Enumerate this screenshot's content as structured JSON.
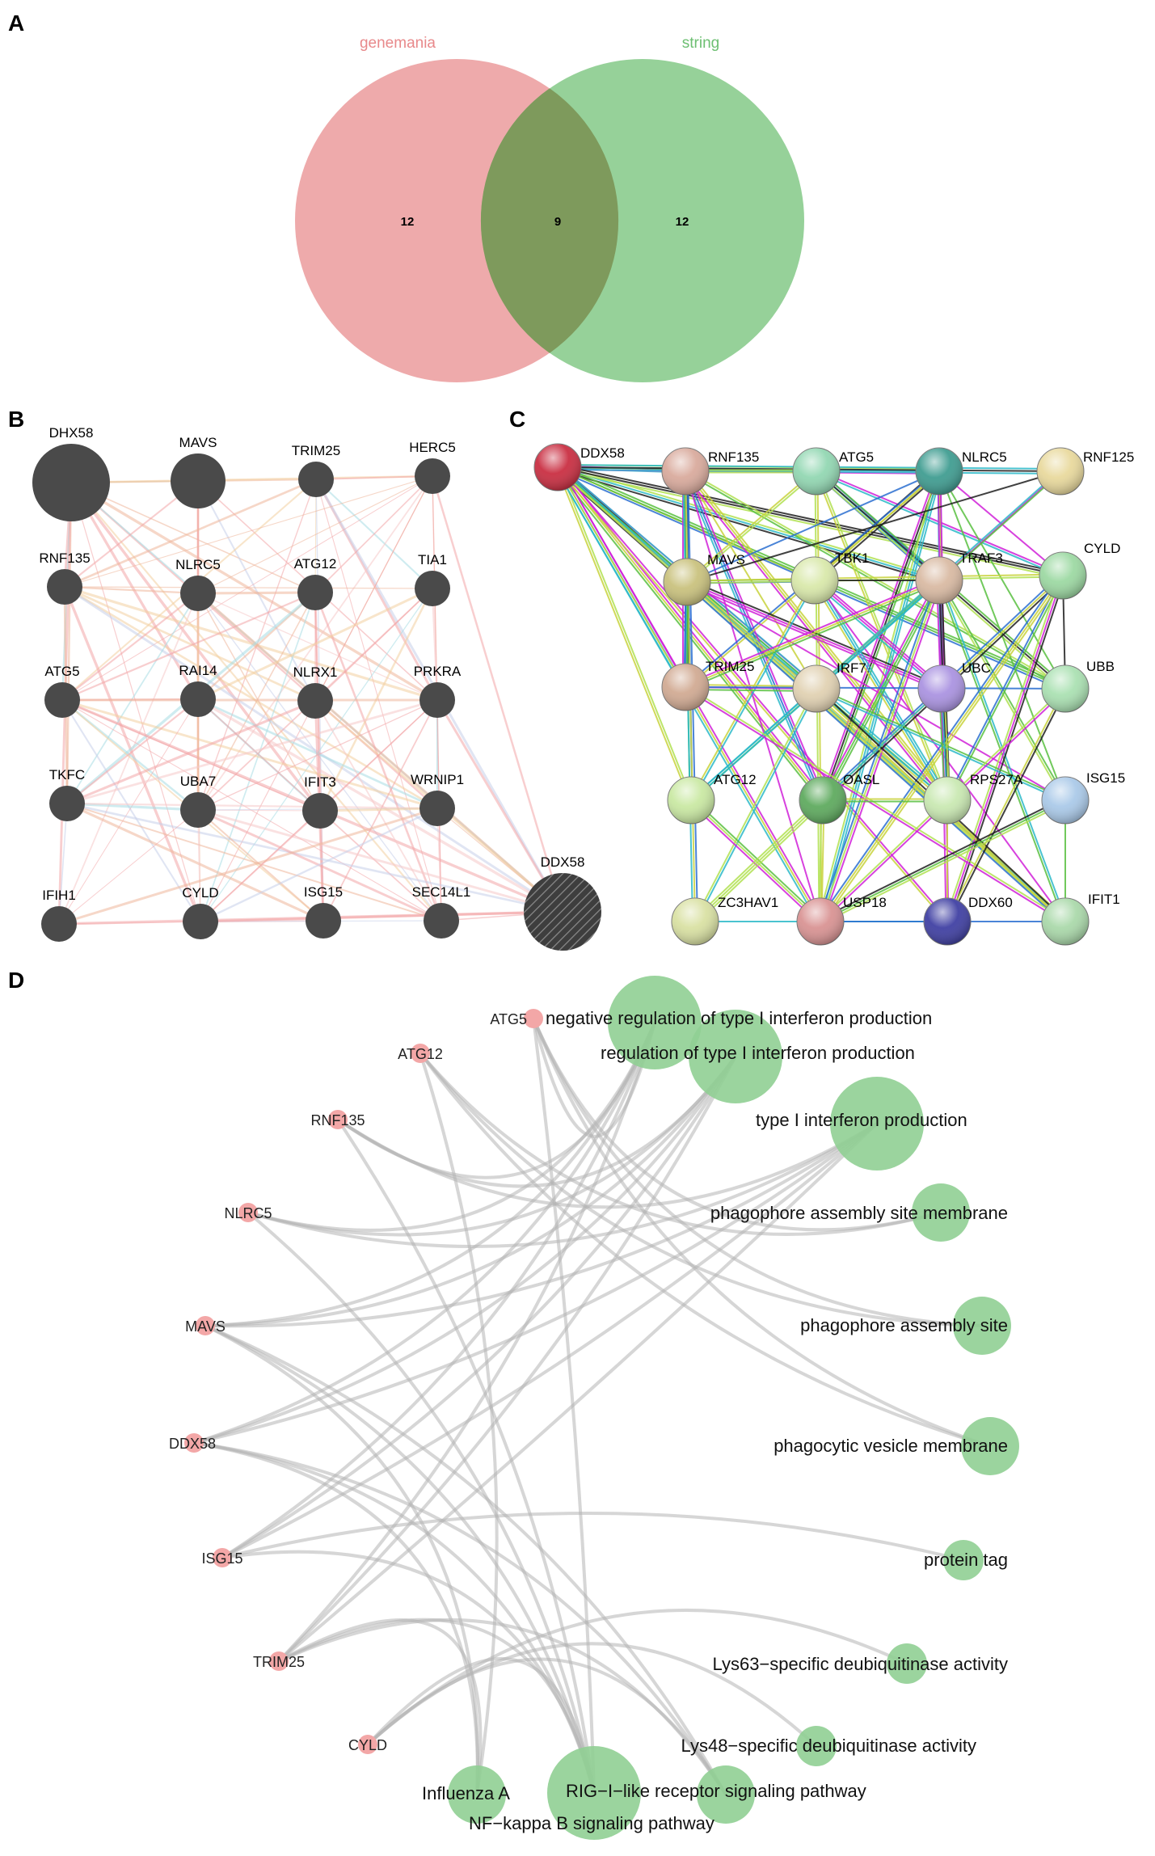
{
  "panels": {
    "a": "A",
    "b": "B",
    "c": "C",
    "d": "D"
  },
  "venn": {
    "left": {
      "label": "genemania",
      "count": "12",
      "color": "#e8898b",
      "label_color": "#e8898b"
    },
    "right": {
      "label": "string",
      "count": "12",
      "color": "#6dbf72",
      "label_color": "#6dbf72"
    },
    "intersection": {
      "count": "9",
      "color": "#7e9a5c"
    }
  },
  "genemania": {
    "node_color": "#4a4a4a",
    "nodes": [
      {
        "label": "DHX58",
        "size": "large"
      },
      {
        "label": "MAVS",
        "size": "medium"
      },
      {
        "label": "TRIM25",
        "size": "small"
      },
      {
        "label": "HERC5",
        "size": "small"
      },
      {
        "label": "RNF135",
        "size": "small"
      },
      {
        "label": "NLRC5",
        "size": "small"
      },
      {
        "label": "ATG12",
        "size": "small"
      },
      {
        "label": "TIA1",
        "size": "small"
      },
      {
        "label": "ATG5",
        "size": "small"
      },
      {
        "label": "RAI14",
        "size": "small"
      },
      {
        "label": "NLRX1",
        "size": "small"
      },
      {
        "label": "PRKRA",
        "size": "small"
      },
      {
        "label": "TKFC",
        "size": "small"
      },
      {
        "label": "UBA7",
        "size": "small"
      },
      {
        "label": "IFIT3",
        "size": "small"
      },
      {
        "label": "WRNIP1",
        "size": "small"
      },
      {
        "label": "IFIH1",
        "size": "small"
      },
      {
        "label": "CYLD",
        "size": "small"
      },
      {
        "label": "ISG15",
        "size": "small"
      },
      {
        "label": "SEC14L1",
        "size": "small"
      },
      {
        "label": "DDX58",
        "size": "query"
      }
    ]
  },
  "string": {
    "nodes": [
      {
        "label": "DDX58",
        "color": "#c8283c"
      },
      {
        "label": "RNF135",
        "color": "#d8a89a"
      },
      {
        "label": "ATG5",
        "color": "#8fd6b0"
      },
      {
        "label": "NLRC5",
        "color": "#3a9a8e"
      },
      {
        "label": "RNF125",
        "color": "#e8d89a"
      },
      {
        "label": "MAVS",
        "color": "#c8c07a"
      },
      {
        "label": "TBK1",
        "color": "#d8e8a8"
      },
      {
        "label": "TRAF3",
        "color": "#d8b8a0"
      },
      {
        "label": "CYLD",
        "color": "#9ad8a0"
      },
      {
        "label": "TRIM25",
        "color": "#d0a890"
      },
      {
        "label": "IRF7",
        "color": "#e0d0b0"
      },
      {
        "label": "UBC",
        "color": "#a890e0"
      },
      {
        "label": "UBB",
        "color": "#a8e0b0"
      },
      {
        "label": "ATG12",
        "color": "#c8e8a0"
      },
      {
        "label": "OASL",
        "color": "#5aa85a"
      },
      {
        "label": "RPS27A",
        "color": "#c8e8b0"
      },
      {
        "label": "ISG15",
        "color": "#a8c8e8"
      },
      {
        "label": "ZC3HAV1",
        "color": "#d8e0a0"
      },
      {
        "label": "USP18",
        "color": "#d89090"
      },
      {
        "label": "DDX60",
        "color": "#3a3aa0"
      },
      {
        "label": "IFIT1",
        "color": "#a8d8a8"
      }
    ]
  },
  "enrichment": {
    "gene_color": "#f3a7a7",
    "term_color": "#90cf94",
    "edge_color": "#b4b4b4",
    "genes": [
      "ATG5",
      "ATG12",
      "RNF135",
      "NLRC5",
      "MAVS",
      "DDX58",
      "ISG15",
      "TRIM25",
      "CYLD"
    ],
    "terms": [
      {
        "label": "negative regulation of type I interferon production",
        "size": "large"
      },
      {
        "label": "regulation of type I interferon production",
        "size": "large"
      },
      {
        "label": "type I interferon production",
        "size": "large"
      },
      {
        "label": "phagophore assembly site membrane",
        "size": "medium"
      },
      {
        "label": "phagophore assembly site",
        "size": "medium"
      },
      {
        "label": "phagocytic vesicle membrane",
        "size": "medium"
      },
      {
        "label": "protein tag",
        "size": "small"
      },
      {
        "label": "Lys63−specific deubiquitinase activity",
        "size": "small"
      },
      {
        "label": "Lys48−specific deubiquitinase activity",
        "size": "small"
      },
      {
        "label": "Influenza A",
        "size": "medium"
      },
      {
        "label": "RIG−I−like receptor signaling pathway",
        "size": "large"
      },
      {
        "label": "NF−kappa B signaling pathway",
        "size": "medium"
      }
    ]
  }
}
